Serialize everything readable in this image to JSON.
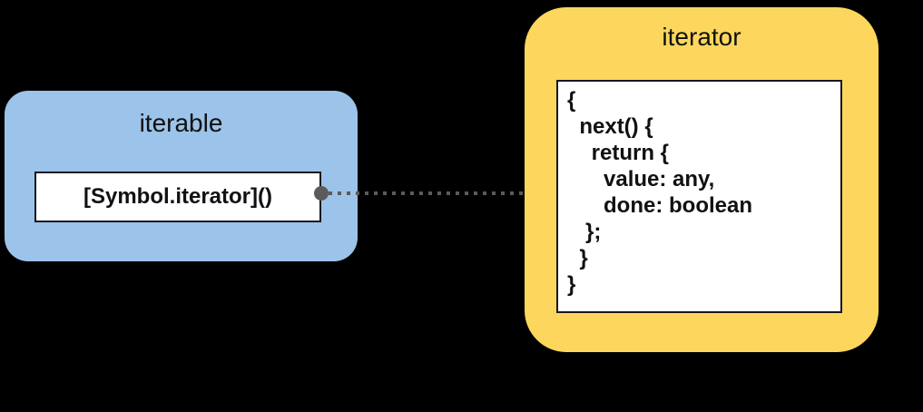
{
  "diagram": {
    "type": "relationship-diagram",
    "background_color": "#000000",
    "iterable": {
      "title": "iterable",
      "fill_color": "#9cc3e9",
      "slot": {
        "label": "[Symbol.iterator]()",
        "fill_color": "#ffffff",
        "border_color": "#16181c"
      }
    },
    "iterator": {
      "title": "iterator",
      "fill_color": "#fdd75d",
      "code_box": {
        "fill_color": "#ffffff",
        "border_color": "#16181c",
        "lines": [
          "{",
          "  next() {",
          "    return {",
          "      value: any,",
          "      done: boolean",
          "   };",
          "  }",
          "}"
        ]
      }
    },
    "connector": {
      "style": "dotted",
      "color": "#5b5b5b",
      "start_marker": "circle",
      "end_marker": "arrowhead",
      "from": "iterable.slot",
      "to": "iterator.code_box"
    }
  }
}
